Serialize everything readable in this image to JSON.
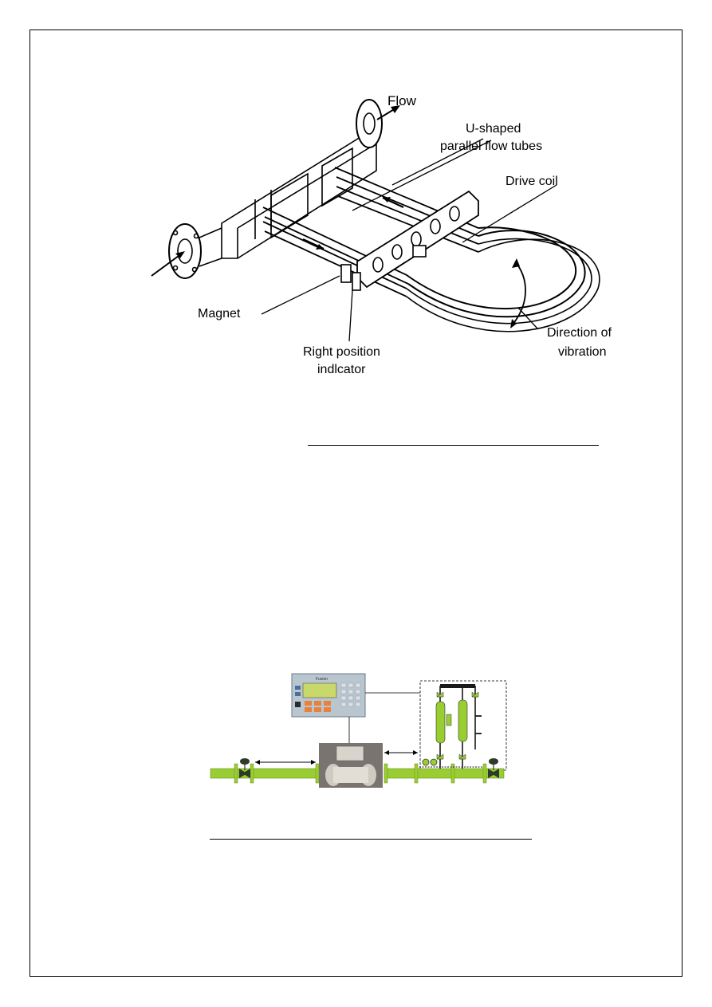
{
  "figure1": {
    "labels": {
      "flow": "Flow",
      "tubes_line1": "U-shaped",
      "tubes_line2": "parallel flow tubes",
      "drive_coil": "Drive coil",
      "magnet": "Magnet",
      "position_line1": "Right position",
      "position_line2": "indlcator",
      "vibration_line1": "Direction of",
      "vibration_line2": "vibration"
    }
  },
  "figure2": {
    "device_brand": "Fusion",
    "colors": {
      "pipe": "#9acd32",
      "pipe_dark": "#6b8e23",
      "panel": "#b9c6cf",
      "lcd": "#c8d86a",
      "keys": "#e8823a"
    }
  }
}
